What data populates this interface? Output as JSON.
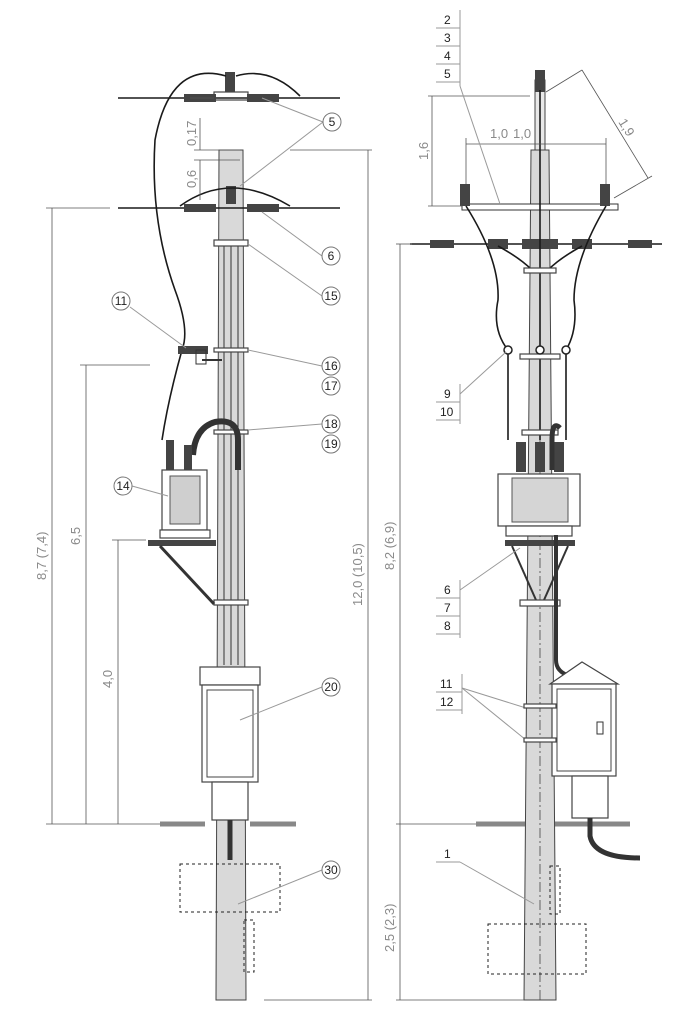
{
  "left_view": {
    "dimensions": {
      "d017": "0,17",
      "d06": "0,6",
      "d87": "8,7 (7,4)",
      "d65": "6,5",
      "d40": "4,0",
      "d120": "12,0 (10,5)"
    },
    "callouts": {
      "c5": "5",
      "c6": "6",
      "c15": "15",
      "c11": "11",
      "c16": "16",
      "c17": "17",
      "c18": "18",
      "c19": "19",
      "c14": "14",
      "c20": "20",
      "c30": "30"
    }
  },
  "right_view": {
    "dimensions": {
      "d16": "1,6",
      "d10": "1,0",
      "d10b": "1,0",
      "d19": "1,9",
      "d82": "8,2 (6,9)",
      "d25": "2,5 (2,3)"
    },
    "labels": {
      "l2": "2",
      "l3": "3",
      "l4": "4",
      "l5": "5",
      "l9": "9",
      "l10": "10",
      "l6": "6",
      "l7": "7",
      "l8": "8",
      "l11": "11",
      "l12": "12",
      "l1": "1"
    }
  },
  "colors": {
    "pole_fill": "#d9d9d9",
    "line_dark": "#1a1a1a",
    "dimension_gray": "#8a8a8a"
  }
}
